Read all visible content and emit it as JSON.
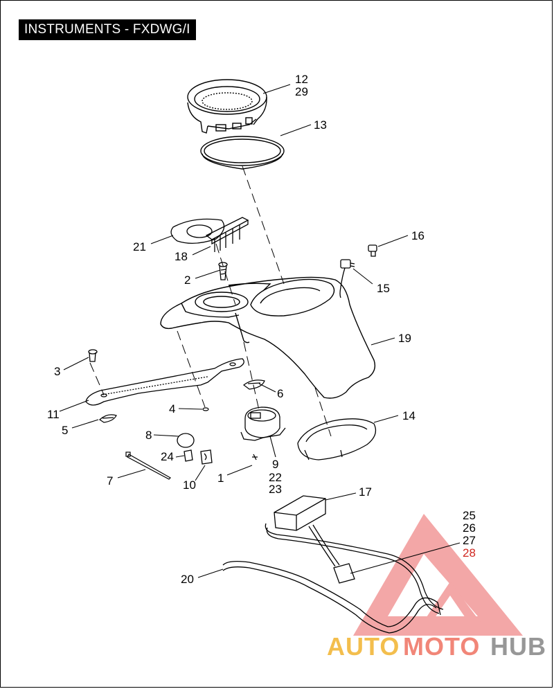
{
  "header": {
    "title": "INSTRUMENTS - FXDWG/I"
  },
  "labels": [
    {
      "id": "12",
      "text": "12",
      "color": "#000000"
    },
    {
      "id": "29",
      "text": "29",
      "color": "#000000"
    },
    {
      "id": "13",
      "text": "13",
      "color": "#000000"
    },
    {
      "id": "16",
      "text": "16",
      "color": "#000000"
    },
    {
      "id": "21",
      "text": "21",
      "color": "#000000"
    },
    {
      "id": "18",
      "text": "18",
      "color": "#000000"
    },
    {
      "id": "15",
      "text": "15",
      "color": "#000000"
    },
    {
      "id": "2",
      "text": "2",
      "color": "#000000"
    },
    {
      "id": "19",
      "text": "19",
      "color": "#000000"
    },
    {
      "id": "3",
      "text": "3",
      "color": "#000000"
    },
    {
      "id": "6",
      "text": "6",
      "color": "#000000"
    },
    {
      "id": "4",
      "text": "4",
      "color": "#000000"
    },
    {
      "id": "11",
      "text": "11",
      "color": "#000000"
    },
    {
      "id": "14",
      "text": "14",
      "color": "#000000"
    },
    {
      "id": "5",
      "text": "5",
      "color": "#000000"
    },
    {
      "id": "8",
      "text": "8",
      "color": "#000000"
    },
    {
      "id": "24",
      "text": "24",
      "color": "#000000"
    },
    {
      "id": "9",
      "text": "9",
      "color": "#000000"
    },
    {
      "id": "22",
      "text": "22",
      "color": "#000000"
    },
    {
      "id": "23",
      "text": "23",
      "color": "#000000"
    },
    {
      "id": "1",
      "text": "1",
      "color": "#000000"
    },
    {
      "id": "7",
      "text": "7",
      "color": "#000000"
    },
    {
      "id": "10",
      "text": "10",
      "color": "#000000"
    },
    {
      "id": "17",
      "text": "17",
      "color": "#000000"
    },
    {
      "id": "25",
      "text": "25",
      "color": "#000000"
    },
    {
      "id": "26",
      "text": "26",
      "color": "#000000"
    },
    {
      "id": "27",
      "text": "27",
      "color": "#000000"
    },
    {
      "id": "28",
      "text": "28",
      "color": "#d0261f"
    },
    {
      "id": "20",
      "text": "20",
      "color": "#000000"
    }
  ],
  "watermark": {
    "part1": "AUTO",
    "part2": "MOTO",
    "part3": "HUB",
    "color1": "#f2b73a",
    "color2": "#f07a6a",
    "color3": "#8c8c8c",
    "triangle_color": "#f08a8a"
  }
}
